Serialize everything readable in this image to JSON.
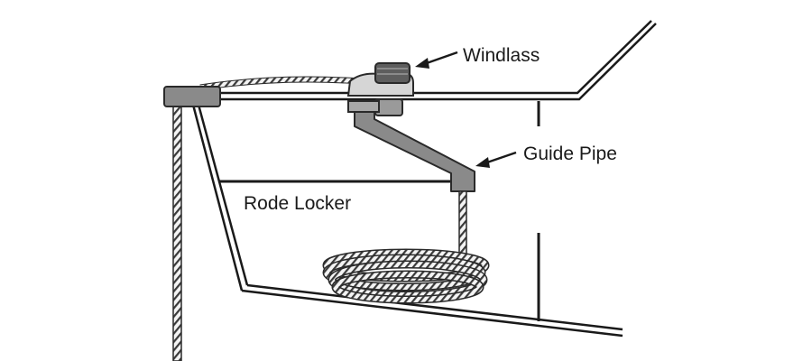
{
  "labels": {
    "windlass": "Windlass",
    "guide_pipe": "Guide Pipe",
    "rode_locker": "Rode Locker"
  },
  "colors": {
    "line": "#1a1a1a",
    "metal": "#8a8a8a",
    "metal_dark": "#5e5e5e",
    "metal_light": "#c8c8c8",
    "rope": "#f2f2f2"
  }
}
